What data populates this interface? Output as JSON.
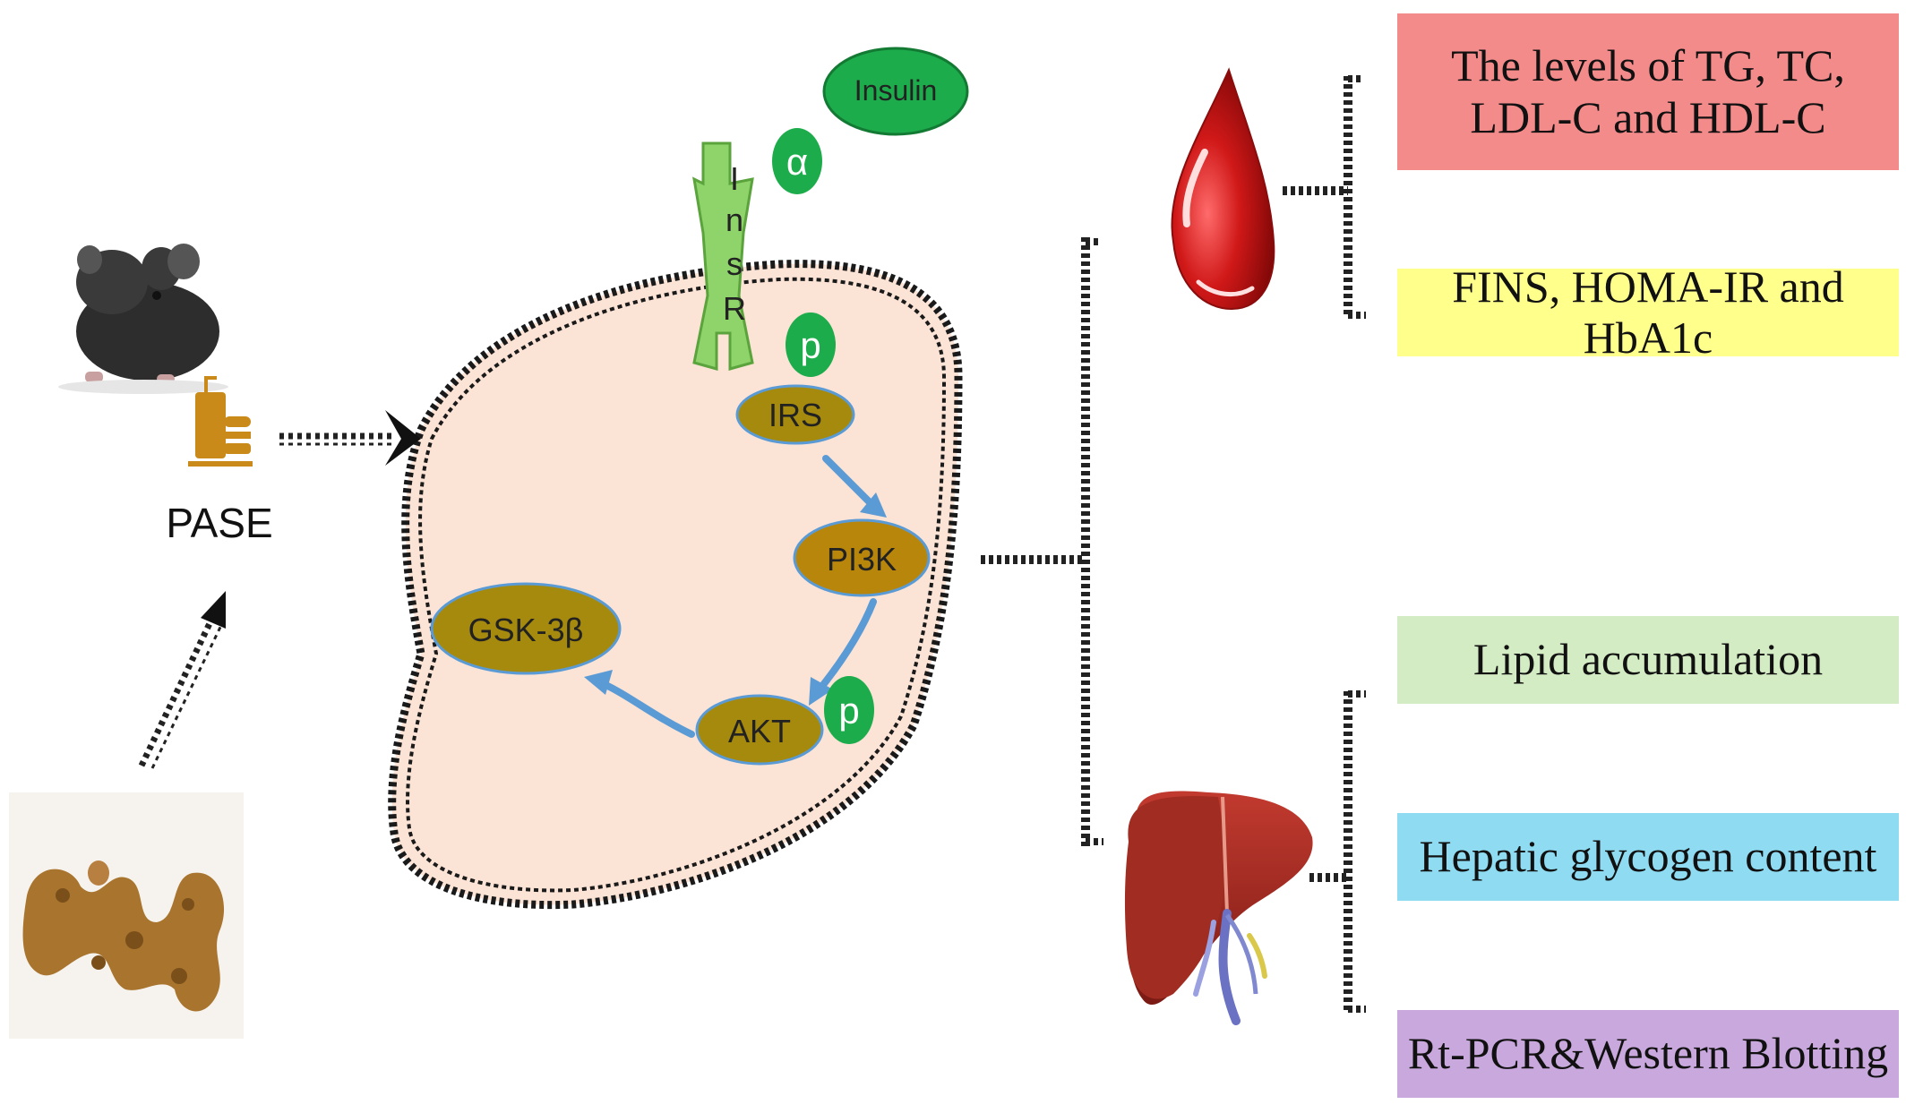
{
  "labels": {
    "pase": "PASE",
    "insulin": "Insulin",
    "alpha": "α",
    "insr_letters": [
      "I",
      "n",
      "s",
      "R"
    ],
    "p": "p",
    "irs": "IRS",
    "pi3k": "PI3K",
    "akt": "AKT",
    "gsk": "GSK-3β"
  },
  "boxes": {
    "lipid_levels": "The levels of TG, TC, LDL-C and HDL-C",
    "fins": "FINS, HOMA-IR and HbA1c",
    "lipid_accum": "Lipid accumulation",
    "glycogen": "Hepatic glycogen content",
    "rtpcr": "Rt-PCR&Western Blotting"
  },
  "colors": {
    "cell_fill": "#fbe3d6",
    "receptor": "#8fd46a",
    "green_circle": "#1dac4b",
    "protein": "#a68a0d",
    "protein_dark": "#b8860b",
    "arrow_blue": "#5b9bd5",
    "box_red": "#f38b8b",
    "box_yellow": "#ffff8c",
    "box_green": "#d4ecc4",
    "box_blue": "#8fdcf2",
    "box_purple": "#c9a9dd"
  },
  "icons": [
    "mouse-icon",
    "food-icon",
    "root-photo-icon",
    "blood-drop-icon",
    "liver-icon"
  ]
}
